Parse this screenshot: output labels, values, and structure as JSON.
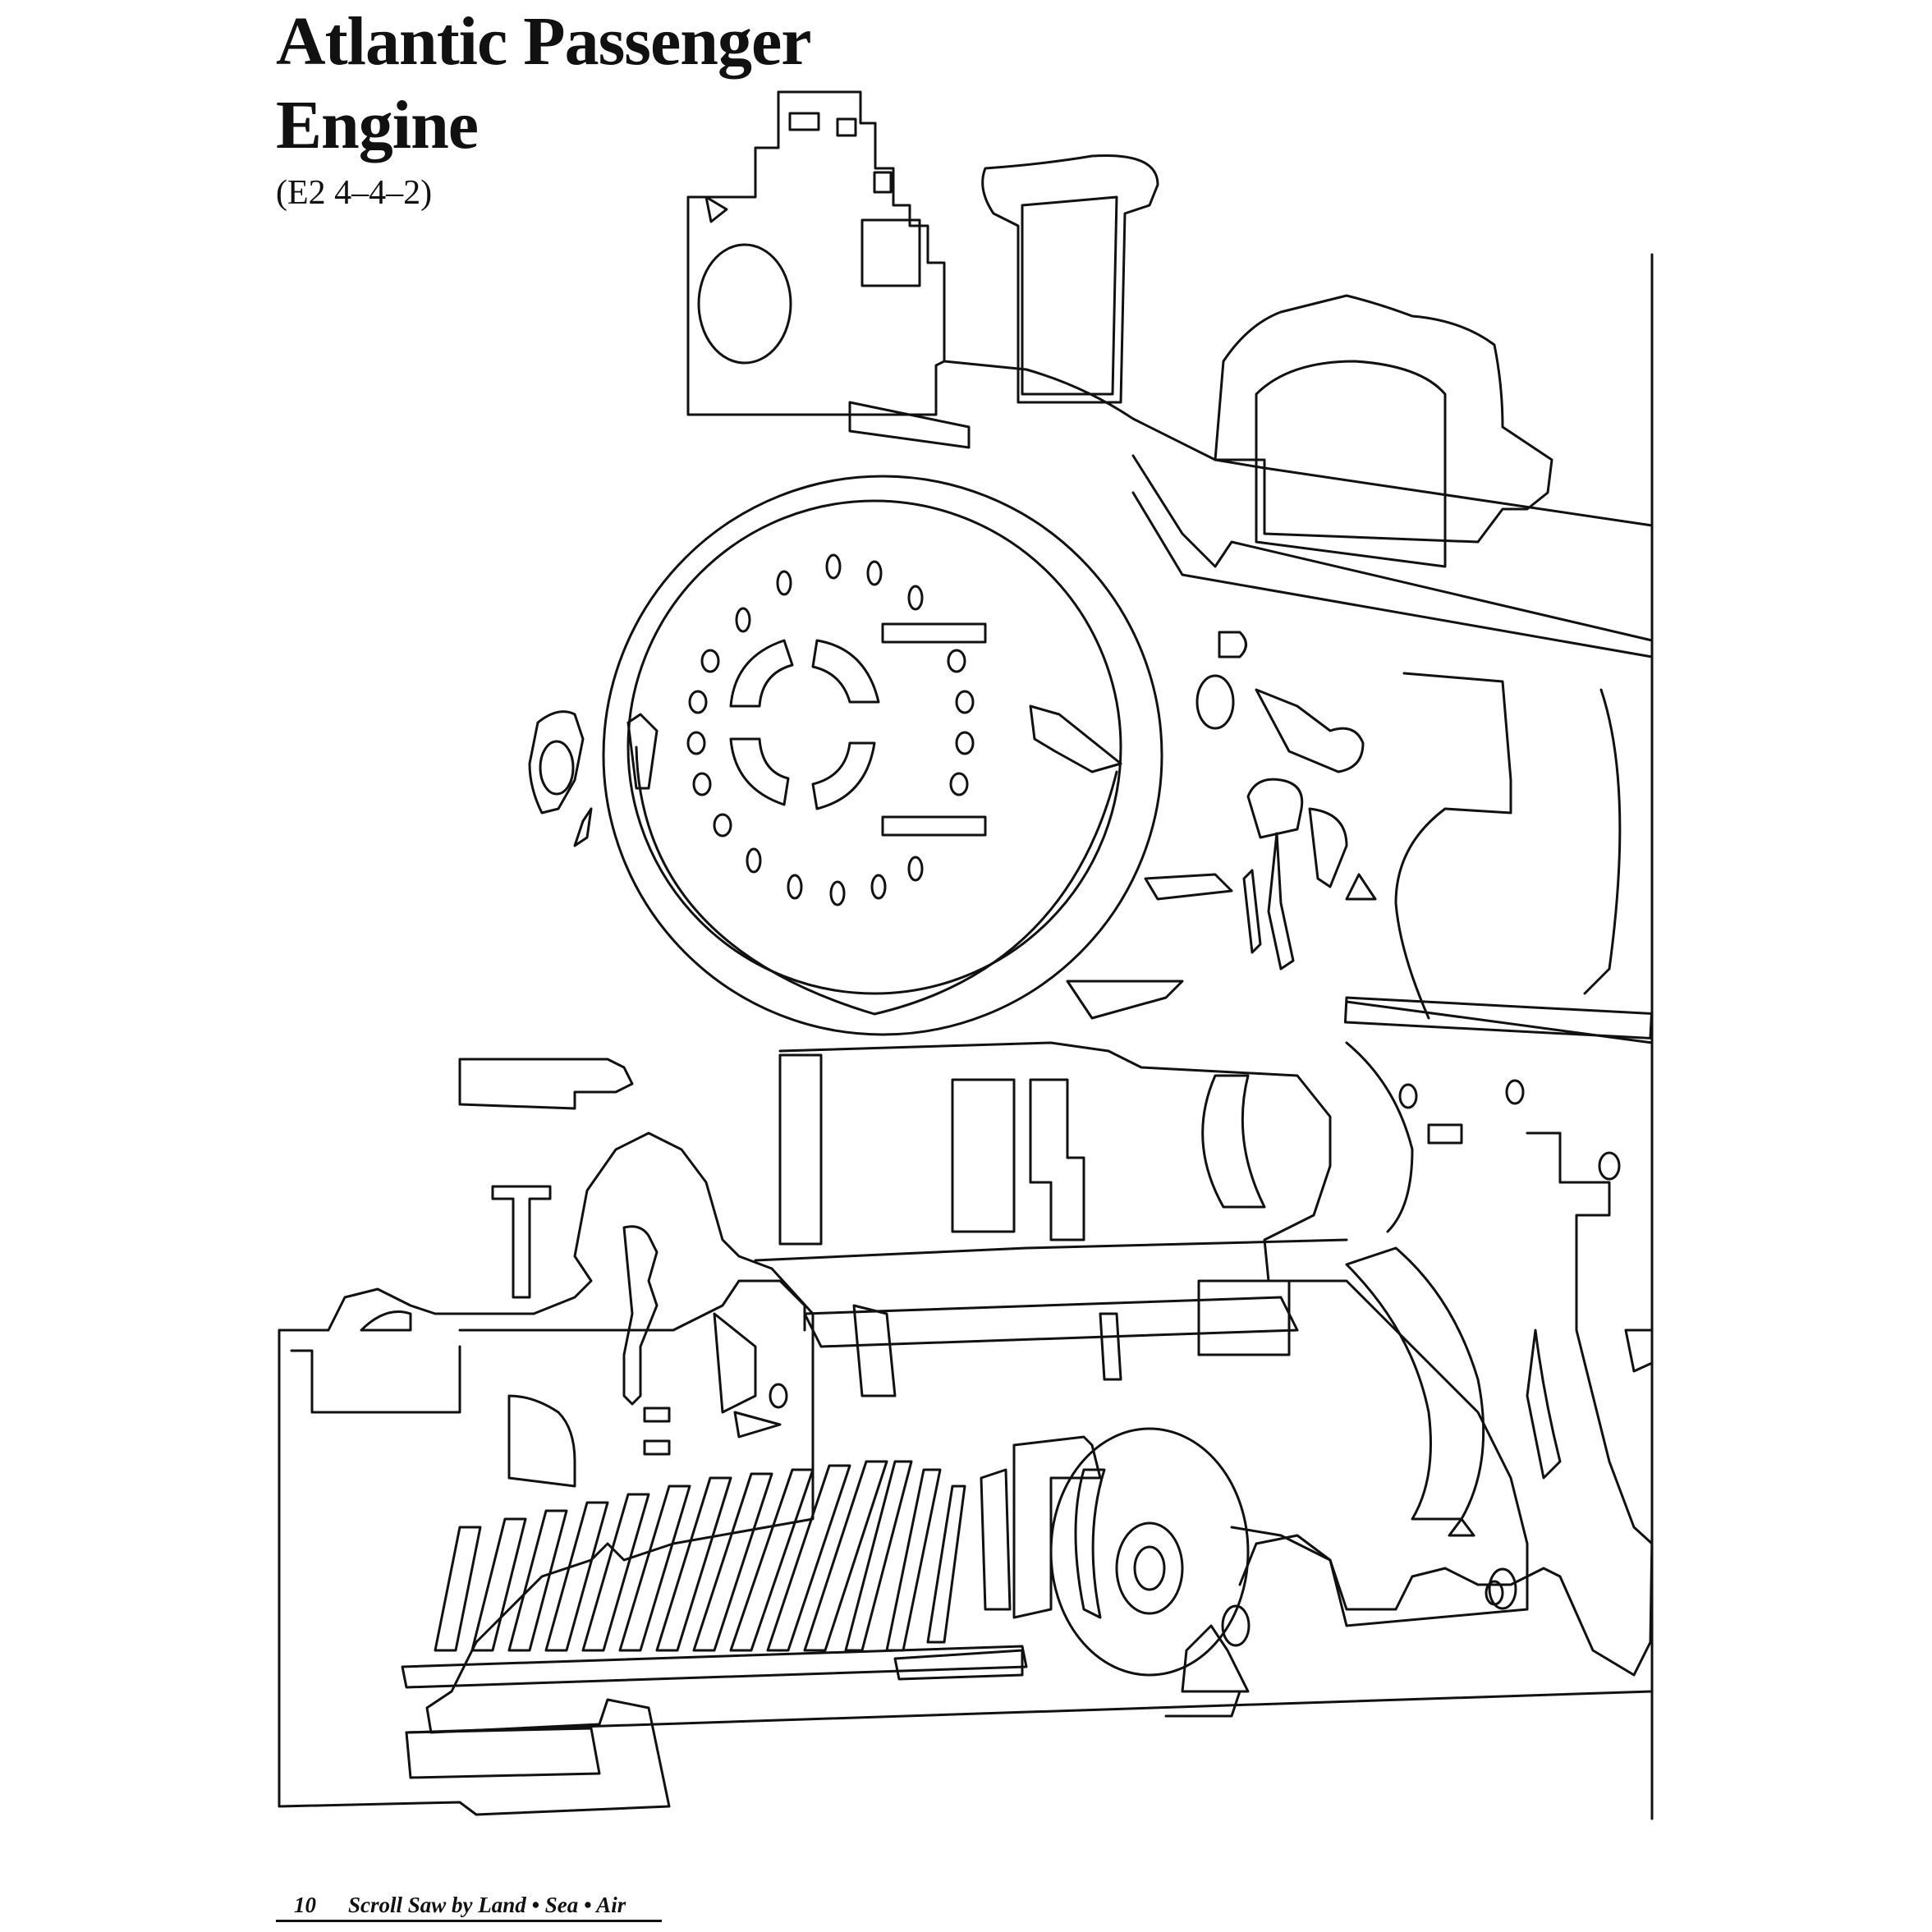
{
  "title": {
    "line1": "Atlantic Passenger",
    "line2": "Engine",
    "subtitle": "(E2 4–4–2)"
  },
  "footer": {
    "page_number": "10",
    "book_title": "Scroll Saw by Land • Sea • Air"
  }
}
